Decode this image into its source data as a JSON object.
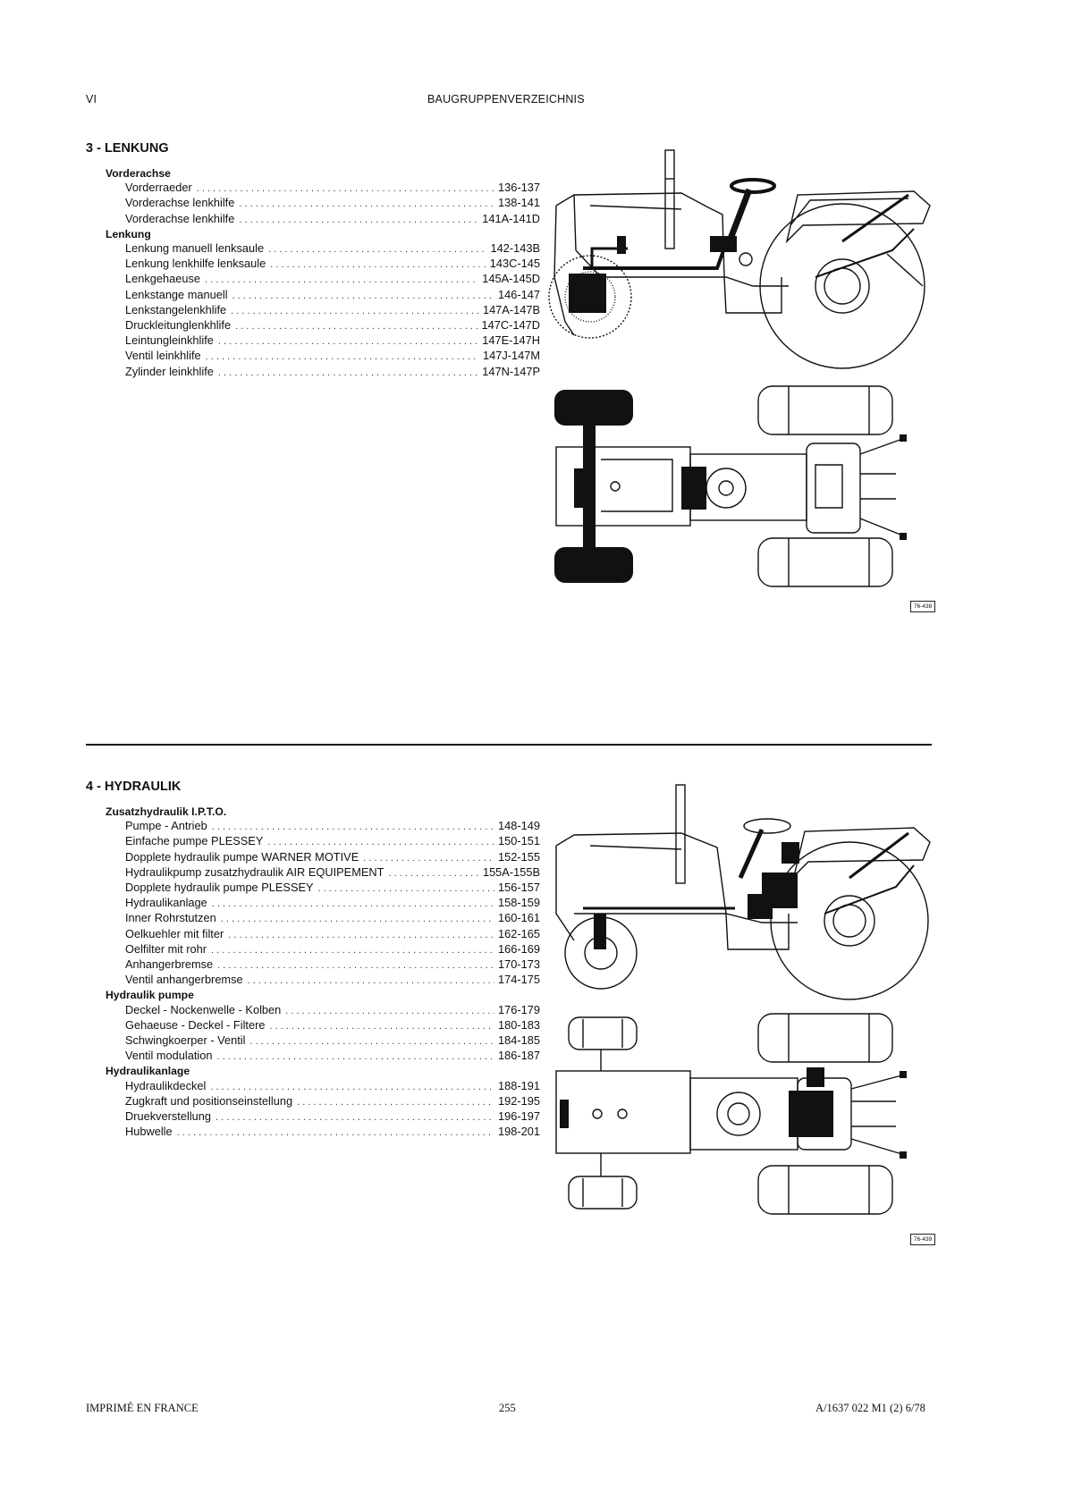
{
  "header": {
    "page_roman": "VI",
    "title": "BAUGRUPPENVERZEICHNIS"
  },
  "section3": {
    "title": "3 - LENKUNG",
    "groups": [
      {
        "name": "Vorderachse",
        "items": [
          {
            "label": "Vorderraeder",
            "pages": "136-137"
          },
          {
            "label": "Vorderachse lenkhilfe",
            "pages": "138-141"
          },
          {
            "label": "Vorderachse lenkhilfe",
            "pages": "141A-141D"
          }
        ]
      },
      {
        "name": "Lenkung",
        "items": [
          {
            "label": "Lenkung manuell lenksaule",
            "pages": "142-143B"
          },
          {
            "label": "Lenkung lenkhilfe lenksaule",
            "pages": "143C-145"
          },
          {
            "label": "Lenkgehaeuse",
            "pages": "145A-145D"
          },
          {
            "label": "Lenkstange manuell",
            "pages": "146-147"
          },
          {
            "label": "Lenkstangelenkhlife",
            "pages": "147A-147B"
          },
          {
            "label": "Druckleitunglenkhlife",
            "pages": "147C-147D"
          },
          {
            "label": "Leintungleinkhlife",
            "pages": "147E-147H"
          },
          {
            "label": "Ventil leinkhlife",
            "pages": "147J-147M"
          },
          {
            "label": "Zylinder leinkhlife",
            "pages": "147N-147P"
          }
        ]
      }
    ],
    "figure_ref": "76-438"
  },
  "section4": {
    "title": "4 - HYDRAULIK",
    "groups": [
      {
        "name": "Zusatzhydraulik I.P.T.O.",
        "items": [
          {
            "label": "Pumpe - Antrieb",
            "pages": "148-149"
          },
          {
            "label": "Einfache pumpe PLESSEY",
            "pages": "150-151"
          },
          {
            "label": "Dopplete hydraulik pumpe WARNER MOTIVE",
            "pages": "152-155"
          },
          {
            "label": "Hydraulikpump zusatzhydraulik AIR EQUIPEMENT",
            "pages": "155A-155B"
          },
          {
            "label": "Dopplete hydraulik pumpe PLESSEY",
            "pages": "156-157"
          },
          {
            "label": "Hydraulikanlage",
            "pages": "158-159"
          },
          {
            "label": "Inner Rohrstutzen",
            "pages": "160-161"
          },
          {
            "label": "Oelkuehler mit filter",
            "pages": "162-165"
          },
          {
            "label": "Oelfilter mit rohr",
            "pages": "166-169"
          },
          {
            "label": "Anhangerbremse",
            "pages": "170-173"
          },
          {
            "label": "Ventil anhangerbremse",
            "pages": "174-175"
          }
        ]
      },
      {
        "name": "Hydraulik pumpe",
        "items": [
          {
            "label": "Deckel - Nockenwelle - Kolben",
            "pages": "176-179"
          },
          {
            "label": "Gehaeuse - Deckel - Filtere",
            "pages": "180-183"
          },
          {
            "label": "Schwingkoerper - Ventil",
            "pages": "184-185"
          },
          {
            "label": "Ventil modulation",
            "pages": "186-187"
          }
        ]
      },
      {
        "name": "Hydraulikanlage",
        "items": [
          {
            "label": "Hydraulikdeckel",
            "pages": "188-191"
          },
          {
            "label": "Zugkraft und positionseinstellung",
            "pages": "192-195"
          },
          {
            "label": "Druekverstellung",
            "pages": "196-197"
          },
          {
            "label": "Hubwelle",
            "pages": "198-201"
          }
        ]
      }
    ],
    "figure_ref": "76-439"
  },
  "footer": {
    "left": "IMPRIMÉ EN FRANCE",
    "center": "255",
    "right": "A/1637 022 M1 (2) 6/78"
  }
}
